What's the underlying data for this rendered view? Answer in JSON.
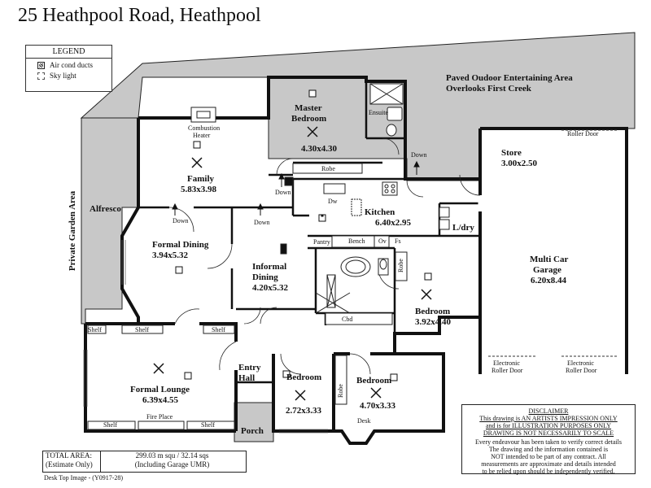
{
  "title": "25 Heathpool Road, Heathpool",
  "legend": {
    "title": "LEGEND",
    "items": [
      {
        "icon": "air-duct-icon",
        "label": "Air cond ducts"
      },
      {
        "icon": "sky-light-icon",
        "label": "Sky light"
      }
    ]
  },
  "outdoor": {
    "paved_line1": "Paved Oudoor Entertaining Area",
    "paved_line2": "Overlooks First Creek",
    "private_garden": "Private Garden Area",
    "alfresco": "Alfresco",
    "porch": "Porch"
  },
  "rooms": {
    "master_bedroom": {
      "name_line1": "Master",
      "name_line2": "Bedroom",
      "size": "4.30x4.30"
    },
    "ensuite": "Ensuite",
    "robe_master": "Robe",
    "family": {
      "name": "Family",
      "size": "5.83x3.98"
    },
    "combustion_heater": {
      "line1": "Combustion",
      "line2": "Heater"
    },
    "store": {
      "name": "Store",
      "size": "3.00x2.50"
    },
    "roller_door_top": "Roller Door",
    "kitchen": {
      "name": "Kitchen",
      "size": "6.40x2.95"
    },
    "dw": "Dw",
    "pantry": "Pantry",
    "bench": "Bench",
    "ov": "Ov",
    "fs": "Fs",
    "laundry": "L/dry",
    "garage": {
      "name_line1": "Multi Car",
      "name_line2": "Garage",
      "size": "6.20x8.44"
    },
    "formal_dining": {
      "name": "Formal Dining",
      "size": "3.94x5.32"
    },
    "informal_dining": {
      "name_line1": "Informal",
      "name_line2": "Dining",
      "size": "4.20x5.32"
    },
    "bedroom_right": {
      "name": "Bedroom",
      "size": "3.92x4.40"
    },
    "robe_right": "Robe",
    "cbd": "Cbd",
    "electronic_door_1": {
      "line1": "Electronic",
      "line2": "Roller Door"
    },
    "electronic_door_2": {
      "line1": "Electronic",
      "line2": "Roller Door"
    },
    "entry_hall": {
      "line1": "Entry",
      "line2": "Hall"
    },
    "formal_lounge": {
      "name": "Formal Lounge",
      "size": "6.39x4.55"
    },
    "shelf_1": "Shelf",
    "shelf_2": "Shelf",
    "shelf_3": "Shelf",
    "shelf_4": "Shelf",
    "shelf_5": "Shelf",
    "fire_place": "Fire Place",
    "bedroom_small": {
      "name": "Bedroom",
      "size": "2.72x3.33"
    },
    "robe_small": "Robe",
    "bedroom_mid": {
      "name": "Bedroom",
      "size": "4.70x3.33"
    },
    "desk": "Desk"
  },
  "downs": {
    "down_family_left": "Down",
    "down_family_right": "Down",
    "down_master": "Down",
    "down_right": "Down"
  },
  "disclaimer": {
    "heading": "DISCLAIMER",
    "line1": "This drawing is AN ARTISTS IMPRESSION ONLY",
    "line2": "and is for ILLUSTRATION PURPOSES ONLY",
    "line3": "DRAWING IS NOT NECESSARILY TO SCALE",
    "line4": "Every endeavour has been taken to verify correct details",
    "line5": "The drawing and the information contained is",
    "line6": "NOT intended to be part of any contract. All",
    "line7": "measurements are approximate and details intended",
    "line8": "to be relied upon should be independently verified."
  },
  "area": {
    "label1": "TOTAL AREA:",
    "label2": "(Estimate Only)",
    "value1": "299.03 m squ /  32.14 sqs",
    "value2": "(Including Garage UMR)"
  },
  "footer": "Desk Top Image -  (Y0917-28)"
}
